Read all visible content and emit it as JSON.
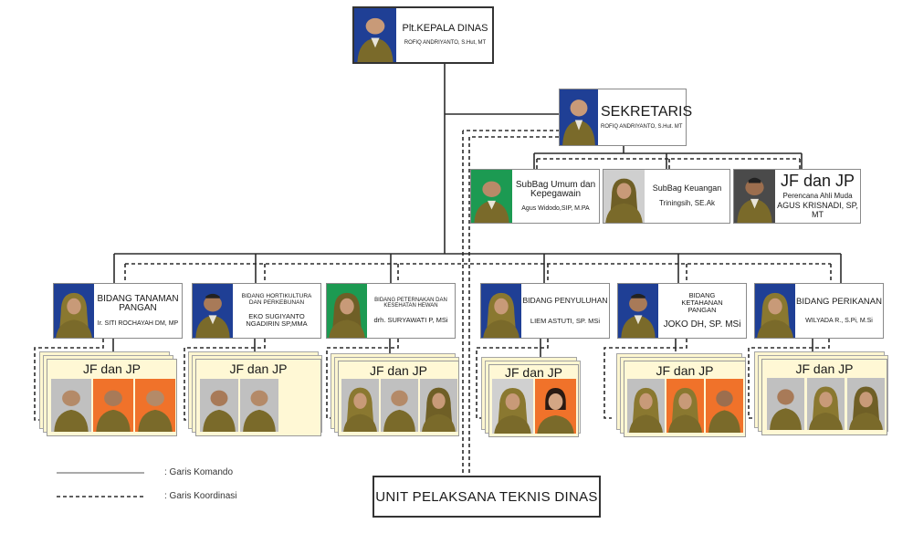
{
  "kepala": {
    "title": "Plt.KEPALA DINAS",
    "name": "ROFIQ ANDRIYANTO, S.Hut, MT"
  },
  "sekretaris": {
    "title": "SEKRETARIS",
    "name": "ROFIQ ANDRIYANTO, S.Hut. MT"
  },
  "subbag_umum": {
    "title": "SubBag Umum dan Kepegawain",
    "name": "Agus Widodo,SIP, M.PA"
  },
  "subbag_keuangan": {
    "title": "SubBag Keuangan",
    "name": "Triningsih, SE.Ak"
  },
  "jf_sekretariat": {
    "title": "JF dan JP",
    "subtitle": "Perencana Ahli Muda",
    "name": "AGUS KRISNADI, SP, MT"
  },
  "bidang": [
    {
      "title": "BIDANG TANAMAN PANGAN",
      "name": "Ir. SITI ROCHAYAH DM, MP"
    },
    {
      "title": "BIDANG HORTIKULTURA DAN PERKEBUNAN",
      "name": "EKO SUGIYANTO NGADIRIN SP,MMA"
    },
    {
      "title": "BIDANG PETERNAKAN DAN KESEHATAN HEWAN",
      "name": "drh. SURYAWATI P, MSi"
    },
    {
      "title": "BIDANG PENYULUHAN",
      "name": "LIEM ASTUTI, SP. MSi"
    },
    {
      "title": "BIDANG KETAHANAN PANGAN",
      "name": "JOKO DH, SP. MSi"
    },
    {
      "title": "BIDANG PERIKANAN",
      "name": "WILYADA R., S.Pi, M.Si"
    }
  ],
  "jf_group_label": "JF dan JP",
  "upt": "UNIT PELAKSANA TEKNIS DINAS",
  "legend": {
    "komando": ": Garis Komando",
    "koordinasi": ": Garis Koordinasi"
  },
  "colors": {
    "photo_blue": "#1f3f95",
    "photo_green": "#1c9a52",
    "photo_orange": "#f0722a",
    "photo_grey": "#b9b9b9",
    "jf_bg": "#fff8d5",
    "uniform": "#7a6a2a"
  }
}
